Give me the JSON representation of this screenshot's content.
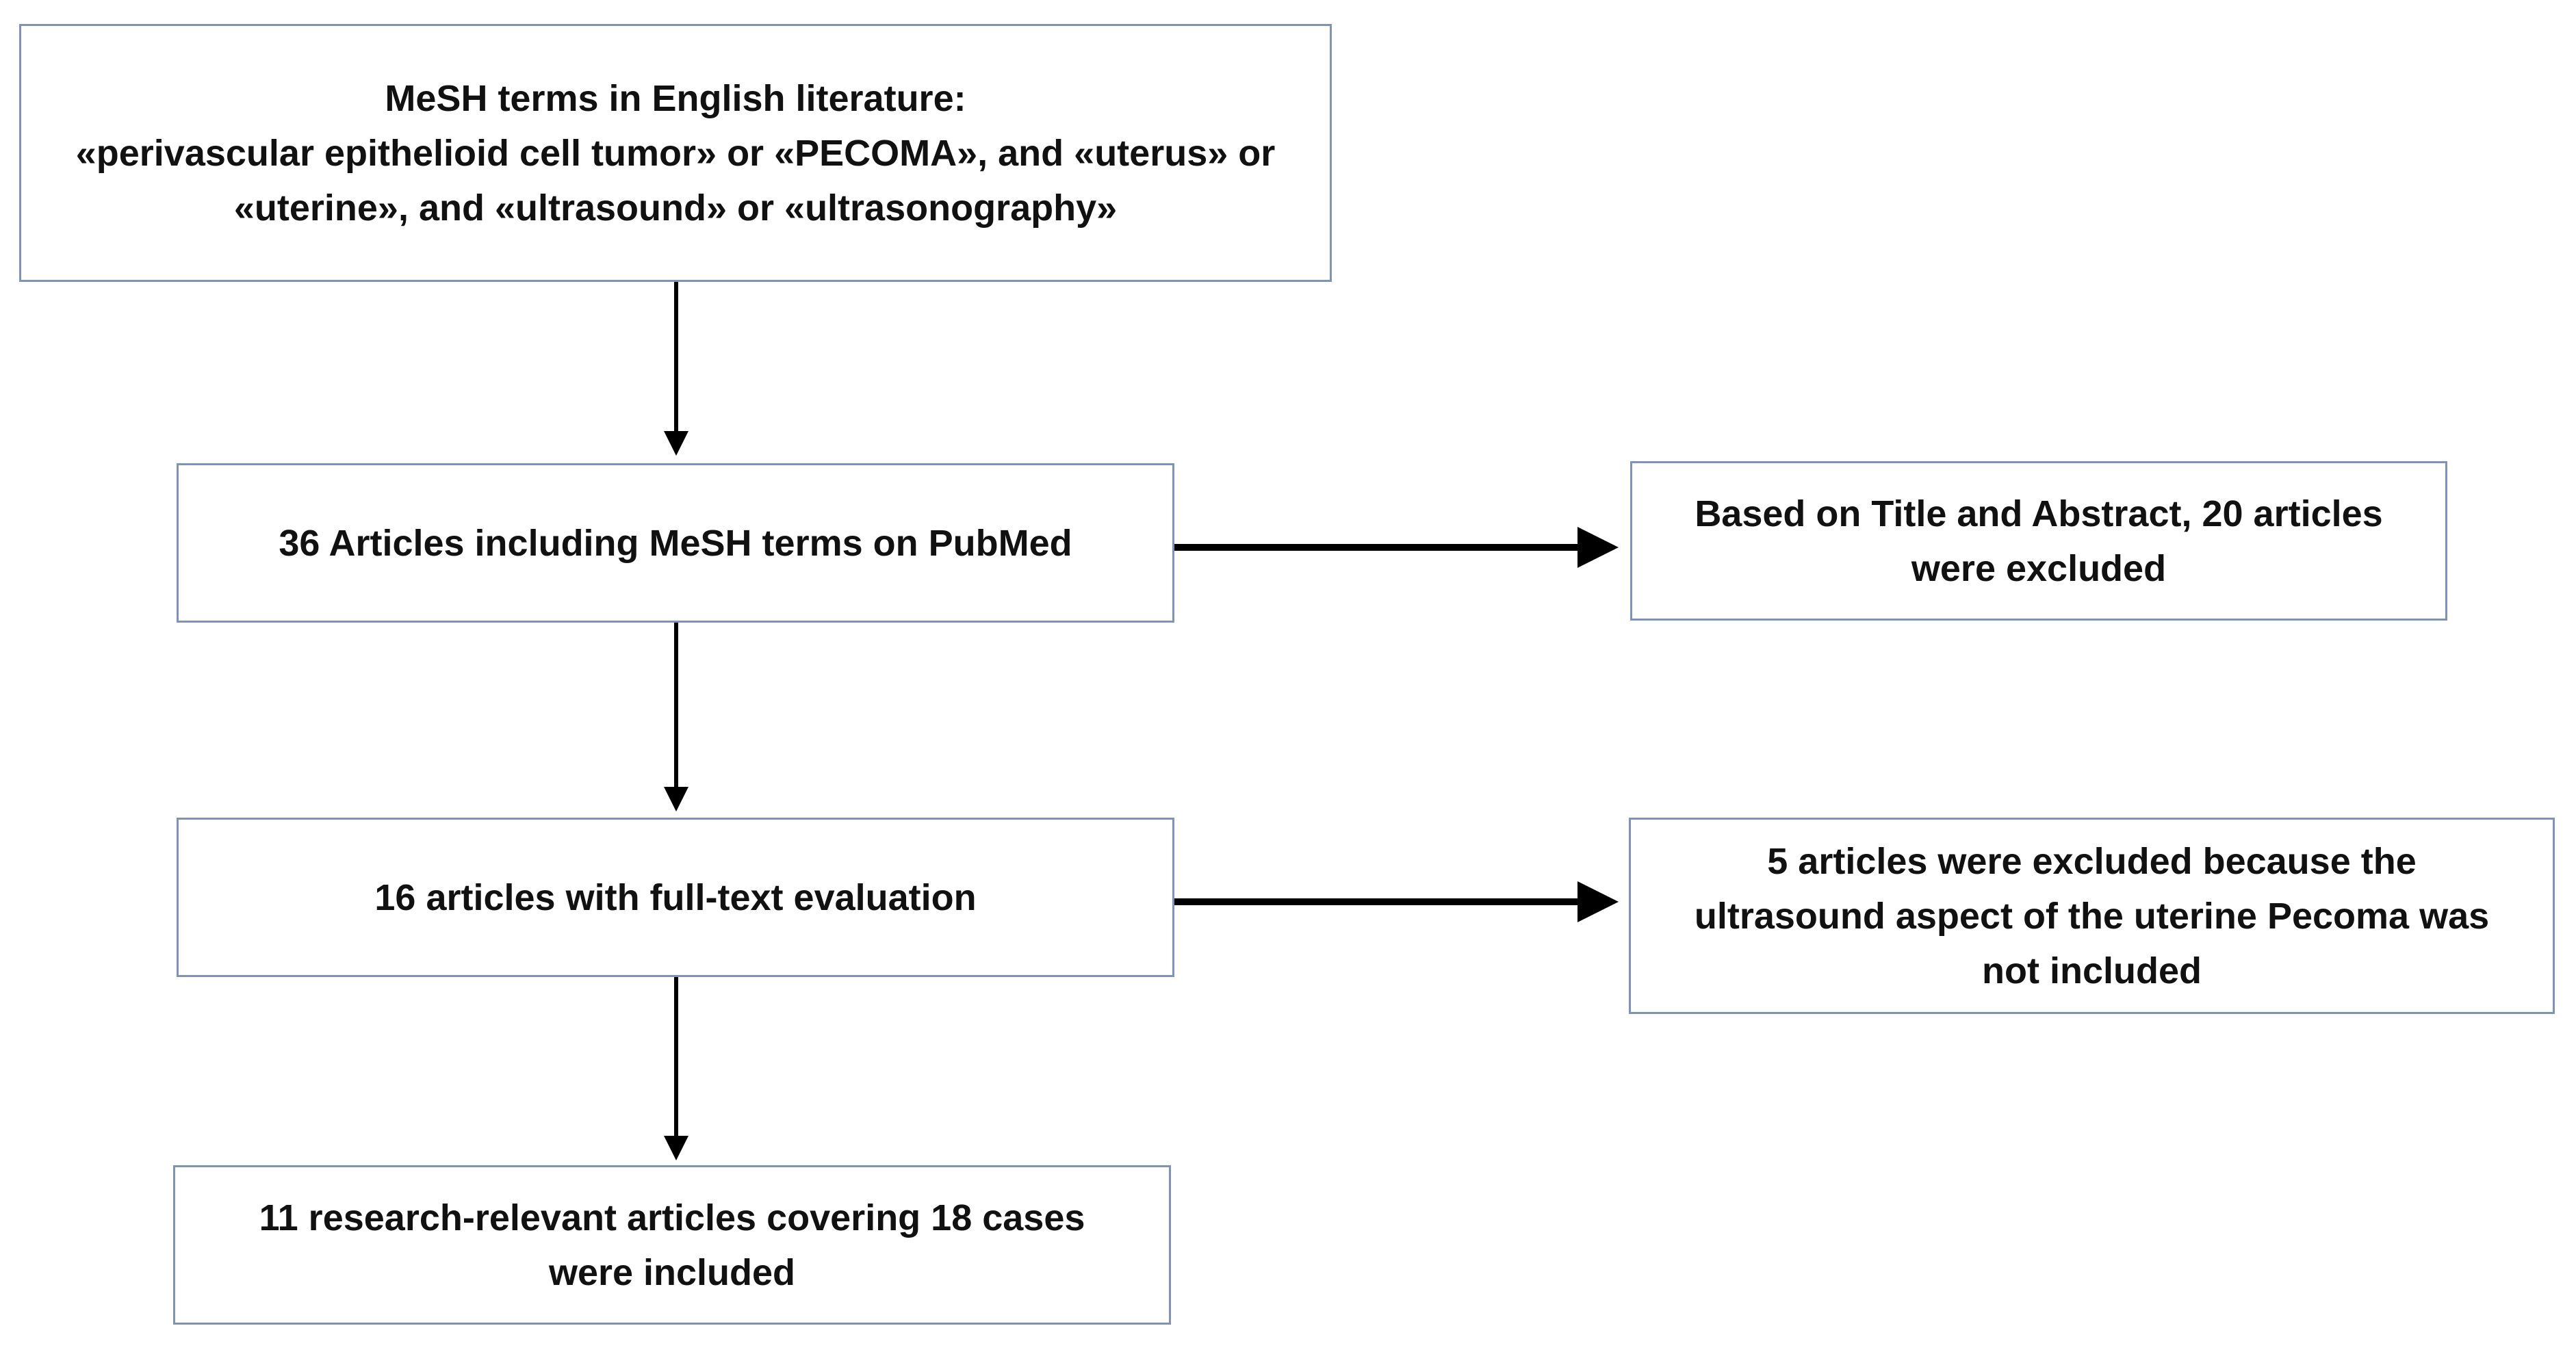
{
  "boxes": {
    "search_terms": "MeSH terms in English literature:\n«perivascular epithelioid cell tumor» or «PECOMA», and «uterus» or\n«uterine», and «ultrasound» or «ultrasonography»",
    "articles_pubmed": "36 Articles including MeSH terms on PubMed",
    "excluded_title_abstract": "Based on Title and Abstract, 20 articles\nwere excluded",
    "full_text": "16 articles with full-text evaluation",
    "excluded_ultrasound": "5 articles were excluded because the\nultrasound aspect of the uterine Pecoma was\nnot included",
    "included": "11 research-relevant articles covering 18 cases\nwere included"
  },
  "colors": {
    "box_border": "#7f92b8",
    "arrow": "#000000",
    "text": "#111111"
  }
}
